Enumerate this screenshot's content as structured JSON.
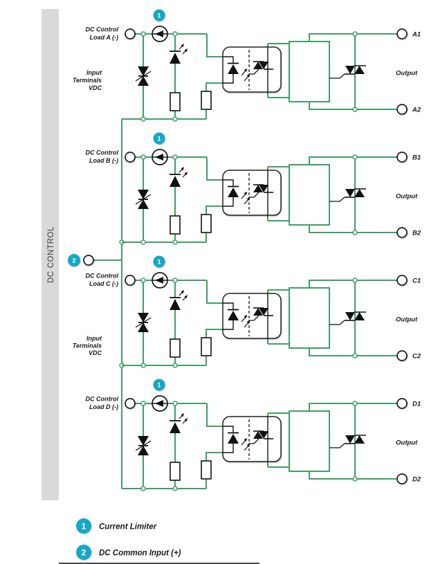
{
  "sidebar": {
    "label": "DC CONTROL"
  },
  "channels": [
    {
      "badge": "1",
      "load_line1": "DC Control",
      "load_line2": "Load A (-)",
      "out_top": "A1",
      "out_bottom": "A2",
      "output_label": "Output"
    },
    {
      "badge": "1",
      "load_line1": "DC Control",
      "load_line2": "Load B (-)",
      "out_top": "B1",
      "out_bottom": "B2",
      "output_label": "Output"
    },
    {
      "badge": "1",
      "load_line1": "DC Control",
      "load_line2": "Load C (-)",
      "out_top": "C1",
      "out_bottom": "C2",
      "output_label": "Output"
    },
    {
      "badge": "1",
      "load_line1": "DC Control",
      "load_line2": "Load D (-)",
      "out_top": "D1",
      "out_bottom": "D2",
      "output_label": "Output"
    }
  ],
  "input_terminal_notes": [
    {
      "line1": "Input",
      "line2": "Terminals",
      "line3": "VDC"
    },
    {
      "line1": "Input",
      "line2": "Terminals",
      "line3": "VDC"
    }
  ],
  "common_input": {
    "badge": "2"
  },
  "legend": {
    "items": [
      {
        "badge": "1",
        "label": "Current Limiter"
      },
      {
        "badge": "2",
        "label": "DC Common Input (+)"
      }
    ]
  },
  "colors": {
    "wire_green": "#3f9e66",
    "badge_teal": "#14a7c6",
    "sidebar_gray": "#d9d9d9",
    "symbol_black": "#111111"
  }
}
